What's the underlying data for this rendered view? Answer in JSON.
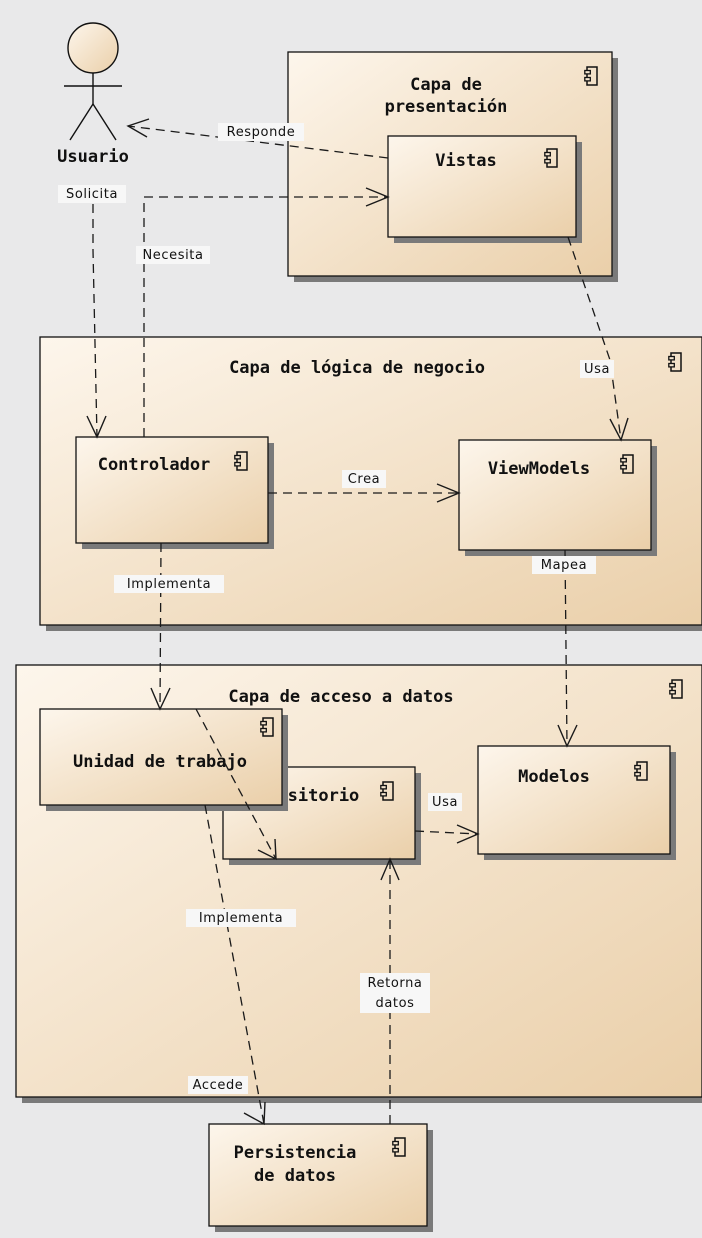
{
  "colors": {
    "background": "#e9e9ea",
    "box_fill_light": "#fdf5ea",
    "box_fill_dark": "#ecd2ae",
    "border": "#111111",
    "edge": "#1a1a1a"
  },
  "actor": {
    "label": "Usuario",
    "icon": "actor-stick-figure-icon"
  },
  "layers": {
    "presentation": {
      "title_line1": "Capa de",
      "title_line2": "presentación"
    },
    "business": {
      "title": "Capa de lógica de negocio"
    },
    "data_access": {
      "title": "Capa de acceso a datos"
    }
  },
  "components": {
    "vistas": "Vistas",
    "controlador": "Controlador",
    "viewmodels": "ViewModels",
    "repositorio": "Repositorio",
    "modelos": "Modelos",
    "unidad_trabajo": "Unidad de trabajo",
    "persistencia_line1": "Persistencia",
    "persistencia_line2": "de datos"
  },
  "edges": {
    "responde": "Responde",
    "solicita": "Solicita",
    "necesita": "Necesita",
    "usa_vm": "Usa",
    "crea": "Crea",
    "implementa_ctrl": "Implementa",
    "mapea": "Mapea",
    "usa_modelos": "Usa",
    "implementa_repo": "Implementa",
    "retorna_line1": "Retorna",
    "retorna_line2": "datos",
    "accede": "Accede"
  },
  "icons": {
    "component": "uml-component-icon"
  }
}
